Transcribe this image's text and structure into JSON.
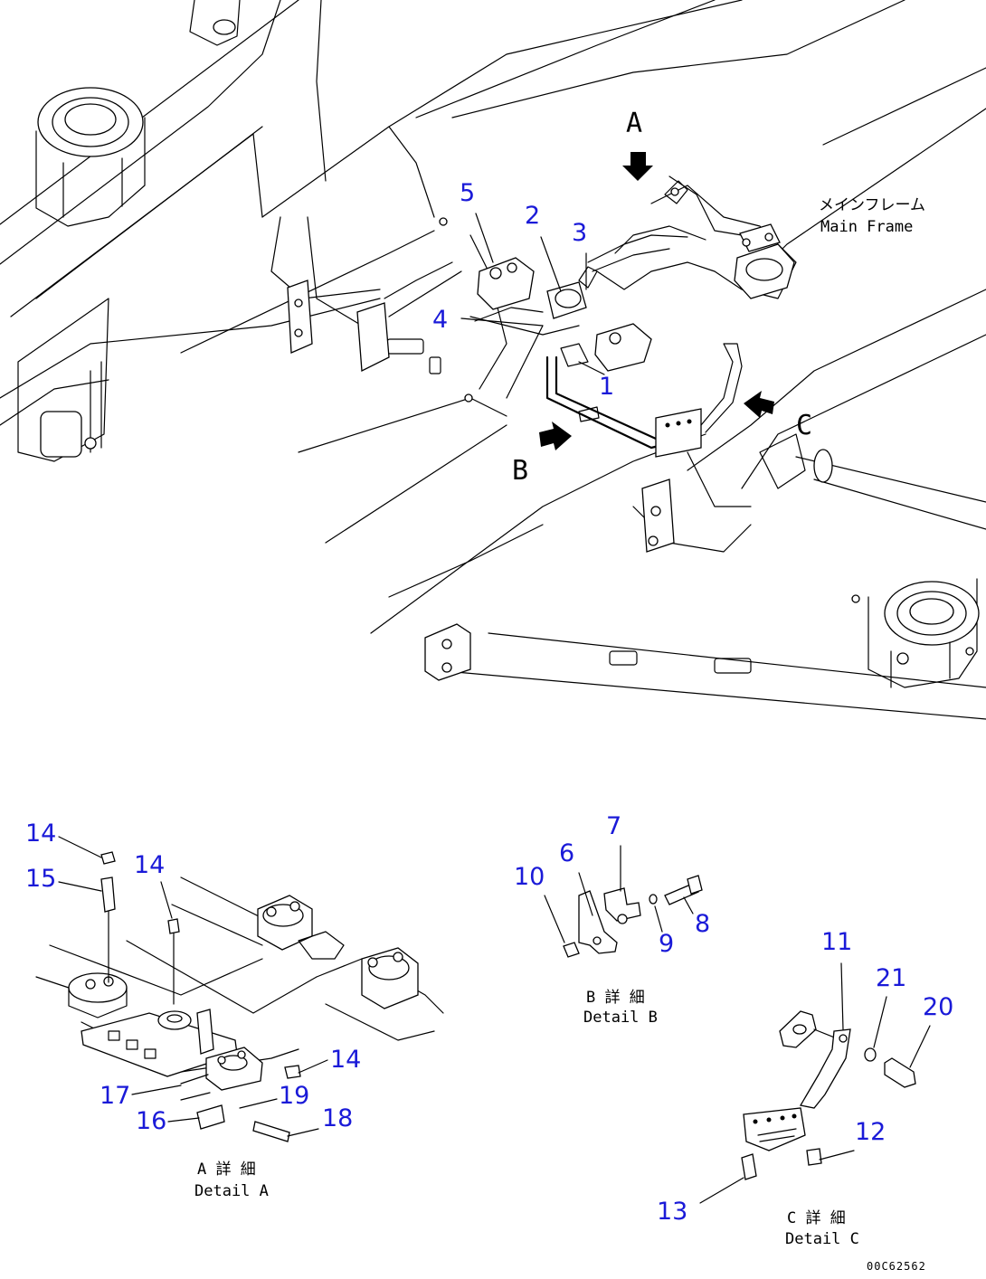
{
  "main_diagram": {
    "frame_label_jp": "メインフレーム",
    "frame_label_en": "Main Frame",
    "view_arrows": {
      "a": "A",
      "b": "B",
      "c": "C"
    },
    "callouts": [
      "1",
      "2",
      "3",
      "4",
      "5"
    ]
  },
  "detail_a": {
    "caption_jp": "A 詳 細",
    "caption_en": "Detail A",
    "callouts": [
      "14",
      "15",
      "14",
      "14",
      "17",
      "16",
      "19",
      "18"
    ]
  },
  "detail_b": {
    "caption_jp": "B 詳 細",
    "caption_en": "Detail B",
    "callouts": [
      "7",
      "6",
      "10",
      "8",
      "9"
    ]
  },
  "detail_c": {
    "caption_jp": "C 詳 細",
    "caption_en": "Detail C",
    "callouts": [
      "11",
      "21",
      "20",
      "12",
      "13"
    ]
  },
  "drawing_code": "00C62562",
  "colors": {
    "callout": "#1a1ad8",
    "line": "#000000",
    "background": "#ffffff"
  }
}
